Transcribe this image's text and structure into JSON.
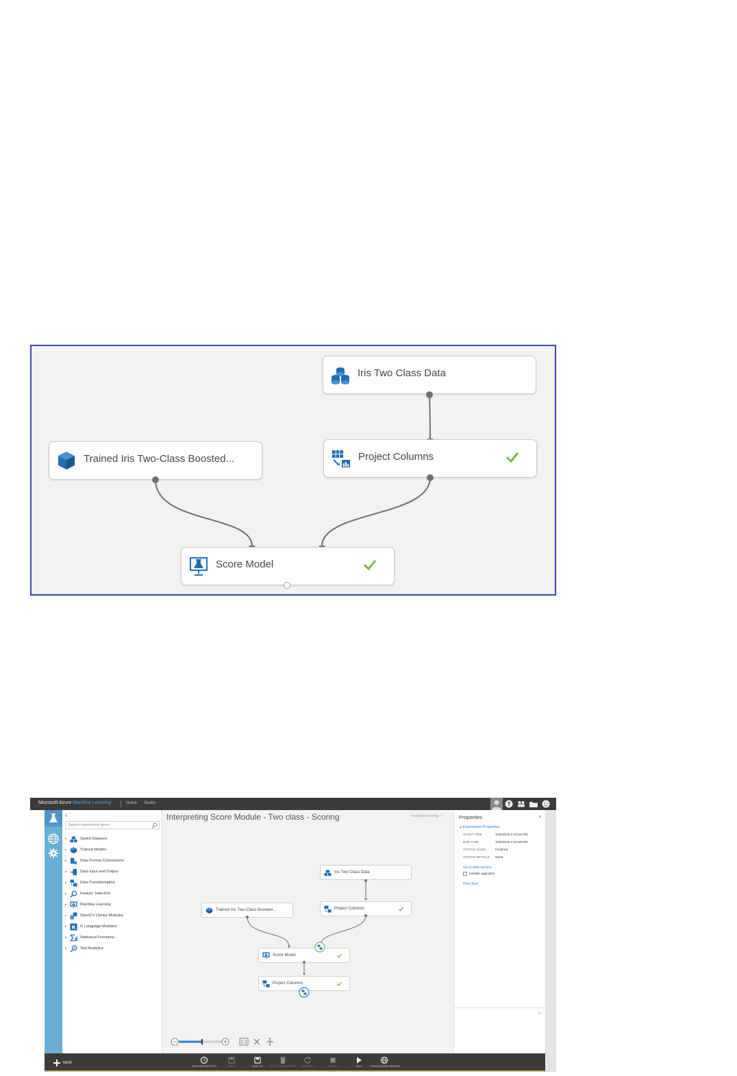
{
  "diagram": {
    "nodes": {
      "iris_data": {
        "label": "Iris Two Class Data",
        "icon": "dataset-icon"
      },
      "project_columns": {
        "label": "Project Columns",
        "icon": "project-columns-icon",
        "status": "check-icon"
      },
      "trained_model": {
        "label": "Trained Iris Two-Class Boosted...",
        "icon": "trained-model-icon"
      },
      "score_model": {
        "label": "Score Model",
        "icon": "score-model-icon",
        "status": "check-icon"
      }
    },
    "colors": {
      "border": "#3b45b5",
      "check": "#7ab648",
      "icon": "#1f6fb5",
      "canvas": "#f2f2f2"
    }
  },
  "studio": {
    "topbar": {
      "brand_prefix": "Microsoft Azure",
      "brand_product": "Machine Learning",
      "links": [
        "Home",
        "Studio"
      ],
      "icons": [
        "avatar-icon",
        "help-icon",
        "community-icon",
        "folder-icon",
        "smiley-icon"
      ]
    },
    "leftnav": {
      "icons": [
        "experiments-flask-icon",
        "web-services-globe-icon",
        "settings-gear-icon"
      ]
    },
    "palette": {
      "collapse": "‹",
      "search_placeholder": "Search experiment items",
      "items": [
        {
          "label": "Saved Datasets",
          "icon": "dataset-icon"
        },
        {
          "label": "Trained Models",
          "icon": "trained-model-icon"
        },
        {
          "label": "Data Format Conversions",
          "icon": "conversion-icon"
        },
        {
          "label": "Data Input and Output",
          "icon": "data-io-icon"
        },
        {
          "label": "Data Transformation",
          "icon": "transformation-icon"
        },
        {
          "label": "Feature Selection",
          "icon": "feature-selection-icon"
        },
        {
          "label": "Machine Learning",
          "icon": "machine-learning-icon"
        },
        {
          "label": "OpenCV Library Modules",
          "icon": "opencv-icon"
        },
        {
          "label": "R Language Modules",
          "icon": "r-language-icon"
        },
        {
          "label": "Statistical Functions",
          "icon": "statistics-icon"
        },
        {
          "label": "Text Analytics",
          "icon": "text-analytics-icon"
        }
      ]
    },
    "canvas": {
      "title": "Interpreting Score Module - Two class - Scoring",
      "status": "Finished running",
      "nodes": {
        "iris_data": "Iris Two Class Data",
        "project_columns_top": "Project Columns",
        "trained_model": "Trained Iris Two-Class Boosted...",
        "score_model": "Score Model",
        "project_columns_bottom": "Project Columns"
      },
      "zoom_fit": "1:1"
    },
    "properties": {
      "title": "Properties",
      "chevron": "›",
      "section": "▴ Experiment Properties",
      "rows": [
        {
          "key": "START TIME",
          "value": "1/20/2015 2:16:54 PM"
        },
        {
          "key": "END TIME",
          "value": "1/20/2015 2:16:59 PM"
        },
        {
          "key": "STATUS CODE",
          "value": "Finished"
        },
        {
          "key": "STATUS DETAILS",
          "value": "None"
        }
      ],
      "web_service_link": "Go to web service",
      "disable_upgrades": "Disable upgrades",
      "prior_run": "Prior Run",
      "expand": "⌄"
    },
    "bottombar": {
      "new_label": "NEW",
      "buttons": [
        {
          "label": "VIEW RUN HISTORY",
          "icon": "history-icon",
          "enabled": true
        },
        {
          "label": "SAVE",
          "icon": "save-icon",
          "enabled": false
        },
        {
          "label": "SAVE AS",
          "icon": "save-as-icon",
          "enabled": true
        },
        {
          "label": "DISCARD CHANGES",
          "icon": "discard-icon",
          "enabled": false
        },
        {
          "label": "REFRESH",
          "icon": "refresh-icon",
          "enabled": false
        },
        {
          "label": "CANCEL",
          "icon": "stop-icon",
          "enabled": false
        },
        {
          "label": "RUN",
          "icon": "run-icon",
          "enabled": true
        },
        {
          "label": "PUBLISH WEB SERVICE",
          "icon": "publish-web-service-icon",
          "enabled": true
        }
      ]
    }
  }
}
